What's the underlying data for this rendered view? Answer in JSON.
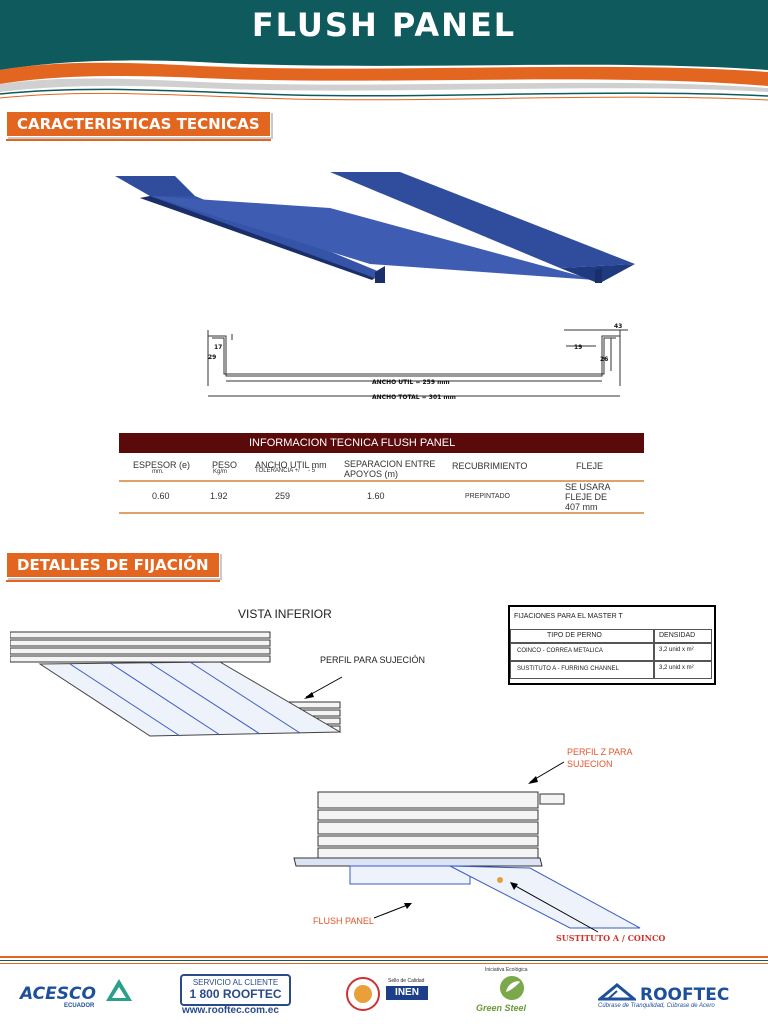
{
  "header": {
    "title": "FLUSH PANEL"
  },
  "sections": {
    "caracteristicas": "CARACTERISTICAS TECNICAS",
    "detalles": "DETALLES DE FIJACIÓN"
  },
  "dimensions": {
    "d43": "43",
    "d17": "17",
    "d19": "19",
    "d29": "29",
    "d26": "26",
    "ancho_util": "ANCHO UTIL = 259 mm",
    "ancho_total": "ANCHO TOTAL = 301 mm"
  },
  "tech_table": {
    "title": "INFORMACION TECNICA FLUSH PANEL",
    "headers": {
      "espesor": "ESPESOR (e)",
      "espesor_unit": "mm.",
      "peso": "PESO",
      "peso_unit": "Kg/m",
      "ancho": "ANCHO UTIL mm",
      "ancho_tol": "TOLERANCIA +/     - 5",
      "separacion": "SEPARACION ENTRE",
      "separacion2": "APOYOS  (m)",
      "recubrimiento": "RECUBRIMIENTO",
      "fleje": "FLEJE"
    },
    "row": {
      "espesor": "0.60",
      "peso": "1.92",
      "ancho": "259",
      "separacion": "1.60",
      "recubrimiento": "PREPINTADO",
      "fleje1": "SE USARA",
      "fleje2": "FLEJE DE",
      "fleje3": "407 mm"
    }
  },
  "fixings": {
    "vista": "VISTA INFERIOR",
    "perfil": "PERFIL PARA SUJECIÓN",
    "perfil_z": "PERFIL Z PARA",
    "perfil_z2": "SUJECION",
    "flush_panel": "FLUSH PANEL",
    "sustituto": "SUSTITUTO A / COINCO",
    "table": {
      "title": "FIJACIONES PARA EL MASTER T",
      "col1": "TIPO DE PERNO",
      "col2": "DENSIDAD",
      "r1c1": "COINCO     -  CORREA METALICA",
      "r1c2": "3,2    unid x m²",
      "r2c1": "SUSTITUTO A       -  FURRING CHANNEL",
      "r2c2": "3,2    unid x m²"
    }
  },
  "footer": {
    "acesco": "ACESCO",
    "acesco_sub": "ECUADOR",
    "service_top": "SERVICIO AL CLIENTE",
    "service_num": "1 800 ROOFTEC",
    "url": "www.rooftec.com.ec",
    "rooftec": "ROOFTEC",
    "rooftec_sub": "Cúbrase de Tranquilidad, Cúbrase de Acero",
    "green_top": "Iniciativa Ecológica",
    "green": "Green Steel",
    "inen": "INEN",
    "sello": "Sello de Calidad"
  }
}
